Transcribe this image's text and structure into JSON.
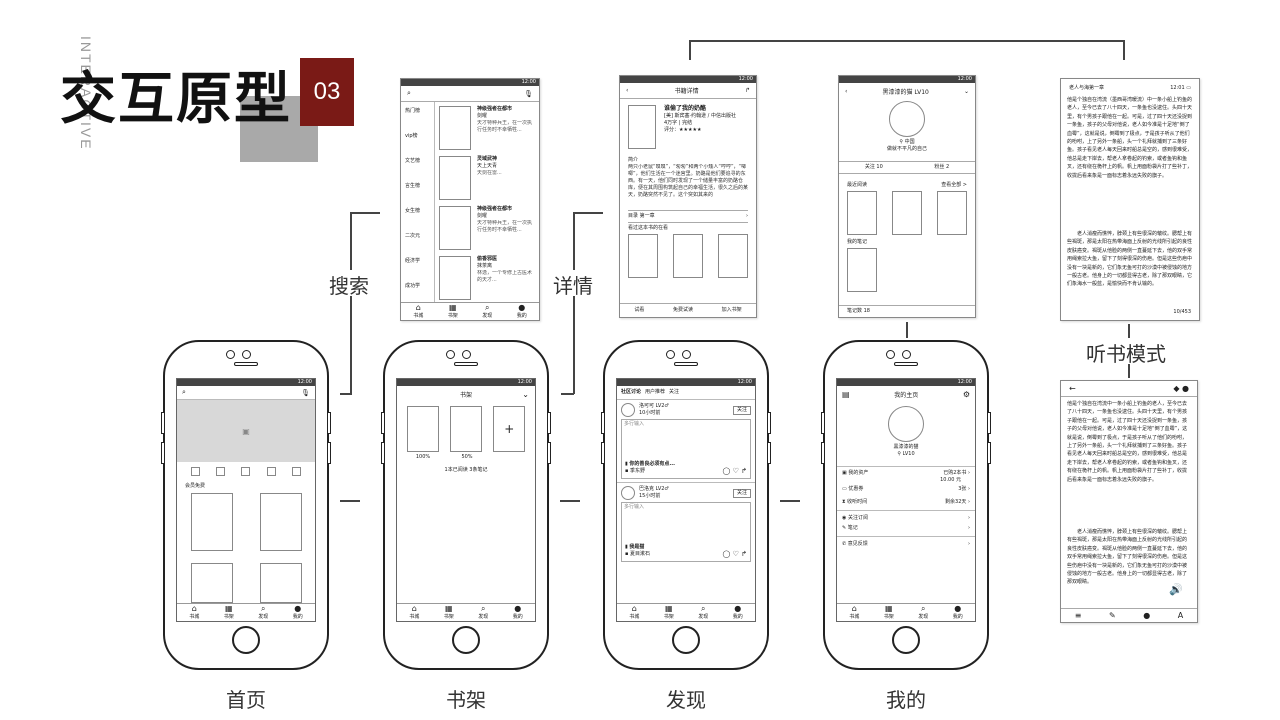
{
  "title": {
    "main": "交互原型",
    "number": "03",
    "vertical": "INTERACTIVE"
  },
  "connectors": {
    "search_label": "搜索",
    "detail_label": "详情",
    "listen_label": "听书模式"
  },
  "phones": [
    {
      "label": "首页"
    },
    {
      "label": "书架"
    },
    {
      "label": "发现"
    },
    {
      "label": "我的"
    }
  ],
  "status_time": "12:00",
  "tabbar": [
    "书城",
    "书架",
    "发现",
    "我的"
  ],
  "home": {
    "member_free": "会员免费"
  },
  "shelf": {
    "title": "书架",
    "p1": "100%",
    "p2": "50%",
    "summary": "1本已阅读 3条笔记",
    "add": "+"
  },
  "discover": {
    "tabs": [
      "社区讨论",
      "用户推荐",
      "关注"
    ],
    "posts": [
      {
        "user": "洛可可 LV2♂",
        "time": "10小时前",
        "follow": "关注",
        "placeholder": "多行输入",
        "book": "你的善良必须有点...",
        "author": "季东野"
      },
      {
        "user": "巴洛克 LV2♂",
        "time": "15小时前",
        "follow": "关注",
        "placeholder": "多行输入",
        "book": "我是猫",
        "author": "夏目漱石"
      }
    ]
  },
  "mine": {
    "title": "我的主页",
    "name": "黑漆漆的猫",
    "level": "LV10",
    "rows": [
      {
        "label": "我的资产",
        "value": "已购2本书"
      },
      {
        "label": "",
        "value": "10.00 元"
      },
      {
        "label": "优惠券",
        "value": "3张"
      },
      {
        "label": "收听时间",
        "value": "剩余32天"
      },
      {
        "label": "关注订阅",
        "value": ""
      },
      {
        "label": "笔记",
        "value": ""
      },
      {
        "label": "意见反馈",
        "value": ""
      }
    ]
  },
  "search_card": {
    "categories": [
      "热门榜",
      "vip榜",
      "文艺榜",
      "言生榜",
      "女生榜",
      "二次元",
      "经济学",
      "成功学"
    ],
    "books": [
      {
        "title": "神级强者在都市",
        "author": "剑曜",
        "desc": "天才特种兵王，在一次执行任务时不幸牺牲..."
      },
      {
        "title": "灵域武神",
        "author": "天上天青",
        "desc": "天剑在雷..."
      },
      {
        "title": "神级强者在都市",
        "author": "剑曜",
        "desc": "天才特种兵王，在一次执行任务时不幸牺牲..."
      },
      {
        "title": "偷香邪医",
        "author": "抹茶离",
        "desc": "林逸，一个专修上古医术的天才..."
      }
    ]
  },
  "detail_card": {
    "title": "书籍详情",
    "book": "谁偷了我的奶酪",
    "author": "[美] 斯宾塞·约翰逊 / 中信出版社",
    "words": "4万字",
    "status": "完结",
    "rating_label": "评分：",
    "stars": "★★★★★",
    "intro_label": "简介",
    "intro": "两只小老鼠“嗅嗅”，“匆匆”和两个小矮人“哼哼”，“唧唧”，他们生活在一个迷宫里。奶酪是他们要追寻的东西。有一天，他们同时发现了一个储量丰富的奶酪仓库，便在其周围构筑起自己的幸福生活，很久之后的某天，奶酪突然不见了。这个突如其来的",
    "toc": "目录  第一章",
    "also": "看过这本书的在看",
    "actions": [
      "试看",
      "免费试读",
      "加入书架"
    ]
  },
  "profile_card": {
    "title": "黑漆漆的猫  LV10",
    "location": "中国",
    "motto": "做就不平凡的自己",
    "follow": "关注  10",
    "fans": "粉丝  2",
    "recent": "最近阅读",
    "all": "查看全部 >",
    "notes": "我的笔记",
    "notes_count": "笔记数  18"
  },
  "reader_card": {
    "chapter": "老人与海第一章",
    "time": "12:01",
    "page": "10/453",
    "text": "他是个独自在湾流（墨西哥湾暖流）中一条小船上钓鱼的老人，至今已去了八十四天，一条鱼也没逮住。头四十天里，有个男孩子跟他在一起。可是，过了四十天还没捉到一条鱼，孩子的父母对他说，老人如今准是十足地“倒了血霉”，这就是说，倒霉到了极点，于是孩子听从了他们的吩咐，上了另外一条船，头一个礼拜就捕到了三条好鱼。孩子看见老人每天回来时船总是空的，感到很难受，他总是走下岸去，帮老人拿卷起的钓索，或者鱼钩和鱼叉，还有绕在桅杆上的帆。帆上用面粉袋片打了些补丁，收拢后看来象是一面标志着永远失败的旗子。",
    "text2": "老人消瘦而憔悴，脖颈上有些很深的皱纹。腮帮上有些褐斑，那是太阳在热带海面上反射的光线所引起的良性皮肤癌变。褐斑从他脸的两侧一直蔓延下去，他的双手常用绳索拉大鱼，留下了刻得很深的伤疤。但是这些伤疤中没有一块是新的，它们象无鱼可打的沙漠中被侵蚀的地方一般古老。他身上的一切都显得古老，除了那双眼睛，它们象海水一般蓝，是愉快而不肯认输的。"
  },
  "listen_card": {
    "text": "他是个独自在湾流中一条小船上钓鱼的老人，至今已去了八十四天，一条鱼也没逮住。头四十天里，有个男孩子跟他在一起。可是，过了四十天还没捉到一条鱼，孩子的父母对他说，老人如今准是十足地“倒了血霉”，这就是说，倒霉到了极点，于是孩子听从了他们的吩咐，上了另外一条船，头一个礼拜就捕到了三条好鱼。孩子看见老人每天回来时船总是空的，感到很难受，他总是走下岸去，帮老人拿卷起的钓索，或者鱼钩和鱼叉，还有绕在桅杆上的帆。帆上用面粉袋片打了些补丁，收拢后看来象是一面标志着永远失败的旗子。",
    "text2": "老人消瘦而憔悴，脖颈上有些很深的皱纹。腮帮上有些褐斑，那是太阳在热带海面上反射的光线所引起的良性皮肤癌变。褐斑从他脸的两侧一直蔓延下去，他的双手常用绳索拉大鱼，留下了刻得很深的伤疤。但是这些伤疤中没有一块是新的，它们象无鱼可打的沙漠中被侵蚀的地方一般古老。他身上的一切都显得古老，除了那双眼睛。"
  }
}
